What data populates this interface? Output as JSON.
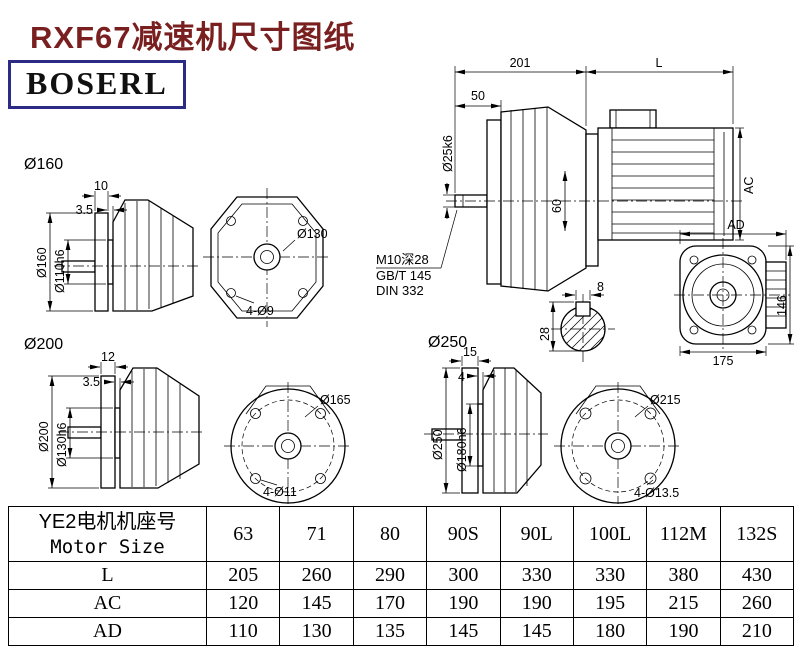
{
  "page": {
    "title": "RXF67减速机尺寸图纸",
    "logo_text": "BOSERL"
  },
  "main_view": {
    "dim_gearbox_length": "201",
    "dim_motor_length": "L",
    "dim_shaft_length": "50",
    "dim_shaft_diameter": "Ø25k6",
    "dim_spigot": "60",
    "dim_motor_height": "AC",
    "thread_note_line1": "M10深28",
    "thread_note_line2": "GB/T 145",
    "thread_note_line3": "DIN 332"
  },
  "flange160": {
    "label": "Ø160",
    "dim_flange_thickness": "10",
    "dim_spigot_depth": "3.5",
    "dim_flange_diameter": "Ø160",
    "dim_spigot_diameter": "Ø110h6",
    "dim_bolt_circle": "Ø130",
    "dim_holes": "4-Ø9"
  },
  "flange200": {
    "label": "Ø200",
    "dim_flange_thickness": "12",
    "dim_spigot_depth": "3.5",
    "dim_flange_diameter": "Ø200",
    "dim_spigot_diameter": "Ø130h6",
    "dim_bolt_circle": "Ø165",
    "dim_holes": "4-Ø11"
  },
  "flange250": {
    "label": "Ø250",
    "dim_flange_thickness": "15",
    "dim_spigot_depth": "4",
    "dim_flange_diameter": "Ø250",
    "dim_spigot_diameter": "Ø180h6",
    "dim_bolt_circle": "Ø215",
    "dim_holes": "4-Ø13.5"
  },
  "key_section": {
    "dim_key_width": "8",
    "dim_key_height": "28"
  },
  "ad_view": {
    "dim_width": "AD",
    "dim_height": "146",
    "dim_base": "175"
  },
  "table": {
    "header_line1": "YE2电机机座号",
    "header_line2": "Motor Size",
    "columns": [
      "63",
      "71",
      "80",
      "90S",
      "90L",
      "100L",
      "112M",
      "132S"
    ],
    "rows": [
      {
        "label": "L",
        "values": [
          "205",
          "260",
          "290",
          "300",
          "330",
          "330",
          "380",
          "430"
        ]
      },
      {
        "label": "AC",
        "values": [
          "120",
          "145",
          "170",
          "190",
          "190",
          "195",
          "215",
          "260"
        ]
      },
      {
        "label": "AD",
        "values": [
          "110",
          "130",
          "135",
          "145",
          "145",
          "180",
          "190",
          "210"
        ]
      }
    ]
  }
}
